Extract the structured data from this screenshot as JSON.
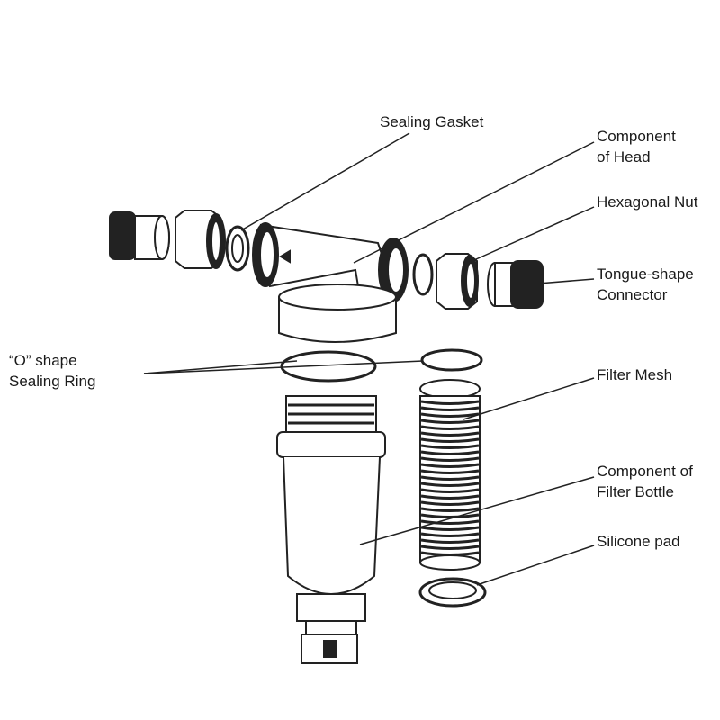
{
  "labels": {
    "sealing_gasket": "Sealing Gasket",
    "component_of_head_1": "Component",
    "component_of_head_2": "of Head",
    "hexagonal_nut": "Hexagonal Nut",
    "tongue_connector_1": "Tongue-shape",
    "tongue_connector_2": "Connector",
    "o_ring_1": "“O” shape",
    "o_ring_2": "Sealing Ring",
    "filter_mesh": "Filter Mesh",
    "filter_bottle_1": "Component of",
    "filter_bottle_2": "Filter Bottle",
    "silicone_pad": "Silicone pad"
  }
}
